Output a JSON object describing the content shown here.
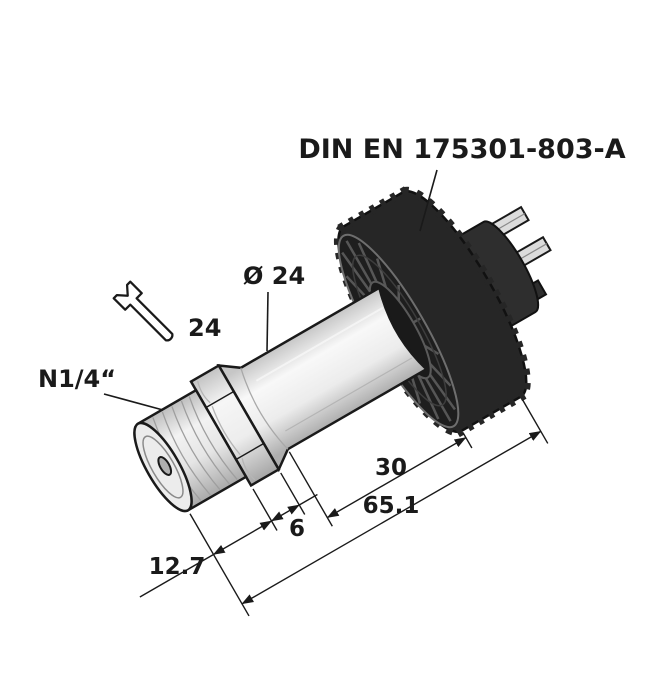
{
  "labels": {
    "connector_type": "DIN EN 175301-803-A",
    "body_diameter": "Ø 24",
    "wrench_size": "24",
    "process_connection": "N1/4“"
  },
  "dimensions": {
    "body_length": "30",
    "overall_length": "65.1",
    "hex_thickness": "6",
    "thread_length": "12.7"
  },
  "colors": {
    "outline": "#1a1a1a",
    "metal_body": "#ececec",
    "connector_housing": "#262626",
    "background": "#ffffff"
  }
}
